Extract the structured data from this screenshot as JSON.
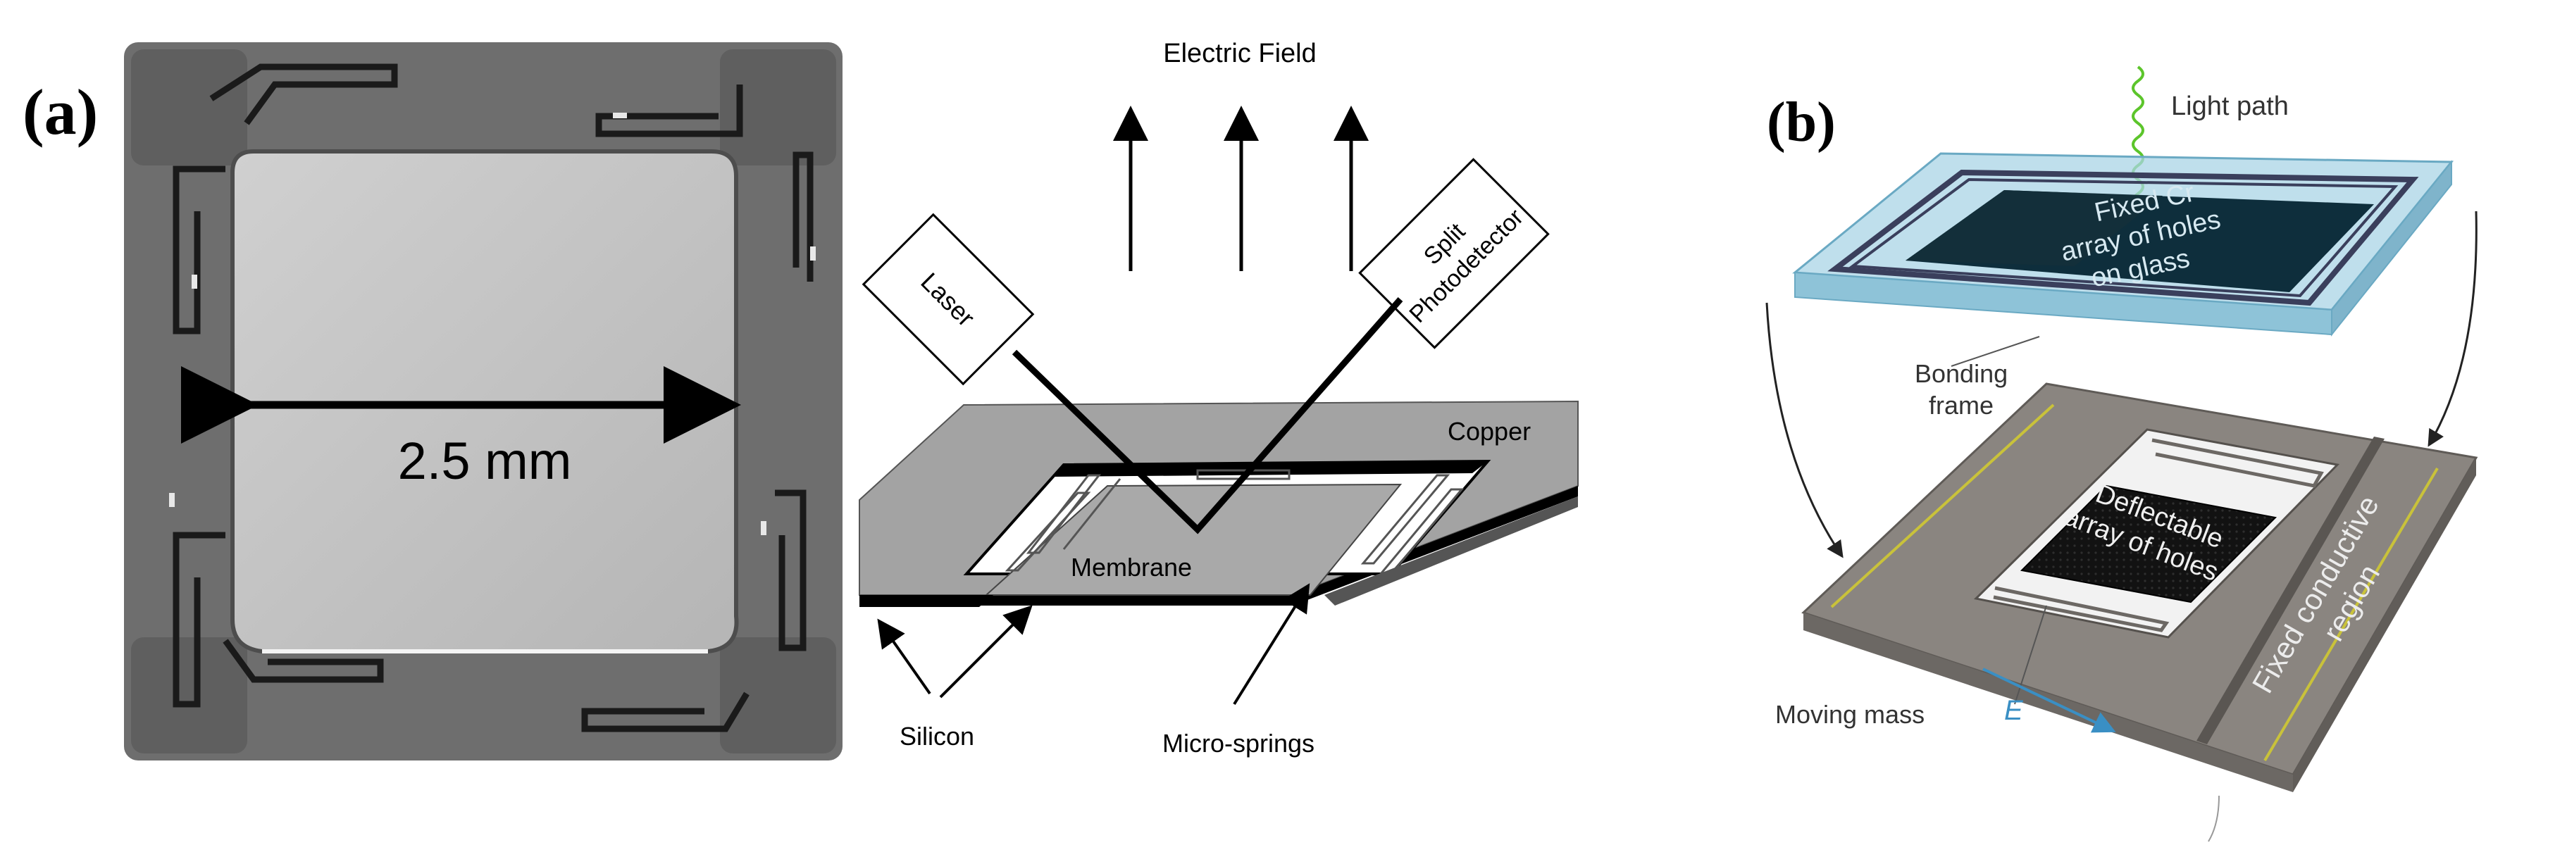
{
  "panel_a": {
    "label": "(a)",
    "photo": {
      "dimension": "2.5 mm"
    },
    "schematic": {
      "title": "Electric Field",
      "laser": "Laser",
      "detector_line1": "Split",
      "detector_line2": "Photodetector",
      "copper": "Copper",
      "membrane": "Membrane",
      "silicon": "Silicon",
      "springs": "Micro-springs"
    }
  },
  "panel_b": {
    "label": "(b)",
    "light": "Light path",
    "glass_line1": "Fixed Cr",
    "glass_line2": "array of holes",
    "glass_line3": "on glass",
    "frame_line1": "Bonding",
    "frame_line2": "frame",
    "deflect_line1": "Deflectable",
    "deflect_line2": "array of holes",
    "conductive_line1": "Fixed conductive",
    "conductive_line2": "region",
    "moving_mass": "Moving mass",
    "field": "E"
  },
  "colors": {
    "photo_bg": "#6b6b6b",
    "membrane": "#c0c0c0",
    "copper": "#a3a3a3",
    "glass": "#a9d4e6",
    "glass_dark": "#0e2e3c",
    "substrate": "#8a8580",
    "light_path": "#5cc52b",
    "field_arrow": "#3a8fc4"
  }
}
